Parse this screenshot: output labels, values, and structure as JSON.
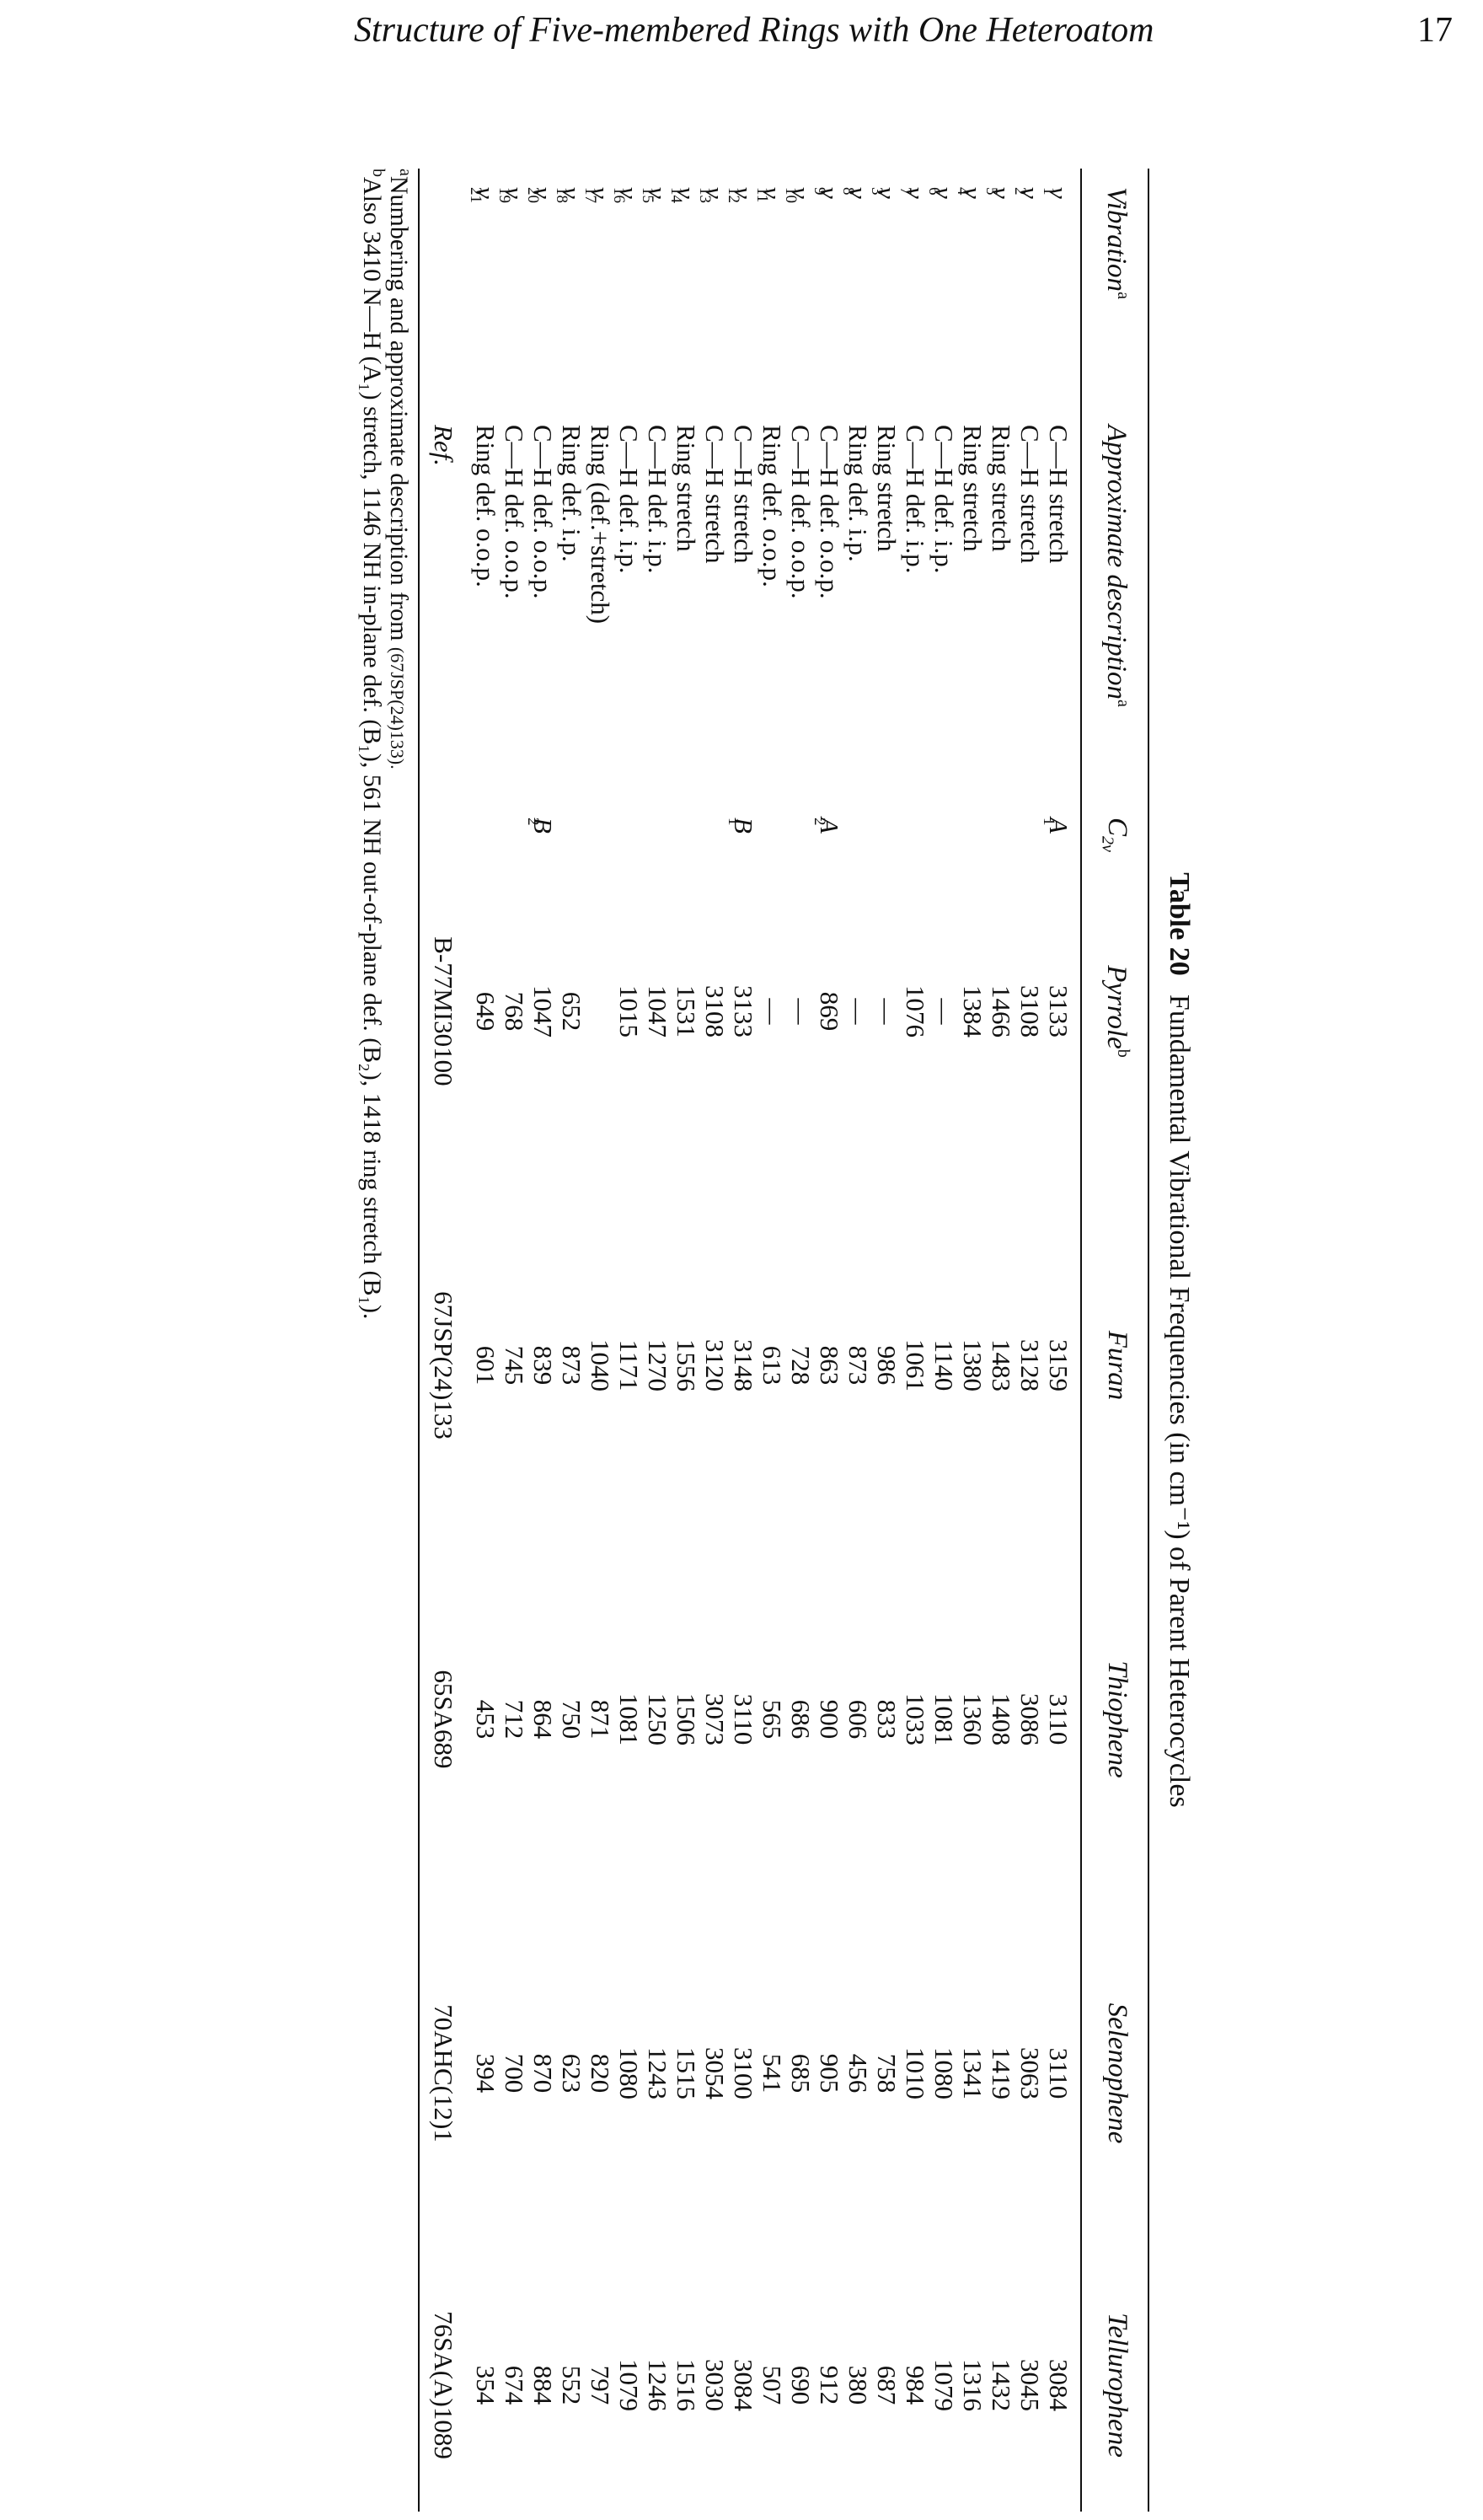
{
  "running_head": "Structure of Five-membered Rings with One Heteroatom",
  "page_number": "17",
  "table": {
    "number": "Table 20",
    "title": "Fundamental Vibrational Frequencies (in cm⁻¹) of Parent Heterocycles",
    "headers": {
      "vibration": "Vibration",
      "description": "Approximate description",
      "symmetry_base": "C",
      "symmetry_sub": "2v",
      "pyrrole": "Pyrrole",
      "furan": "Furan",
      "thiophene": "Thiophene",
      "selenophene": "Selenophene",
      "tellurophene": "Tellurophene",
      "mark_a": "a",
      "mark_b": "b"
    },
    "rows": [
      {
        "v": "ν",
        "s": "1",
        "d": "C—H stretch",
        "sb": "A",
        "ss": "1",
        "p": "3133",
        "f": "3159",
        "t": "3110",
        "se": "3110",
        "te": "3084"
      },
      {
        "v": "ν",
        "s": "2",
        "d": "C—H stretch",
        "sb": "",
        "ss": "",
        "p": "3108",
        "f": "3128",
        "t": "3086",
        "se": "3063",
        "te": "3045"
      },
      {
        "v": "ν",
        "s": "5",
        "d": "Ring stretch",
        "sb": "",
        "ss": "",
        "p": "1466",
        "f": "1483",
        "t": "1408",
        "se": "1419",
        "te": "1432"
      },
      {
        "v": "ν",
        "s": "4",
        "d": "Ring stretch",
        "sb": "",
        "ss": "",
        "p": "1384",
        "f": "1380",
        "t": "1360",
        "se": "1341",
        "te": "1316"
      },
      {
        "v": "ν",
        "s": "6",
        "d": "C—H def. i.p.",
        "sb": "",
        "ss": "",
        "p": "—",
        "f": "1140",
        "t": "1081",
        "se": "1080",
        "te": "1079"
      },
      {
        "v": "ν",
        "s": "7",
        "d": "C—H def. i.p.",
        "sb": "",
        "ss": "",
        "p": "1076",
        "f": "1061",
        "t": "1033",
        "se": "1010",
        "te": "984"
      },
      {
        "v": "ν",
        "s": "3",
        "d": "Ring stretch",
        "sb": "",
        "ss": "",
        "p": "—",
        "f": "986",
        "t": "833",
        "se": "758",
        "te": "687"
      },
      {
        "v": "ν",
        "s": "8",
        "d": "Ring def. i.p.",
        "sb": "",
        "ss": "",
        "p": "—",
        "f": "873",
        "t": "606",
        "se": "456",
        "te": "380"
      },
      {
        "v": "ν",
        "s": "9",
        "d": "C—H def. o.o.p.",
        "sb": "A",
        "ss": "2",
        "p": "869",
        "f": "863",
        "t": "900",
        "se": "905",
        "te": "912"
      },
      {
        "v": "ν",
        "s": "10",
        "d": "C—H def. o.o.p.",
        "sb": "",
        "ss": "",
        "p": "—",
        "f": "728",
        "t": "686",
        "se": "685",
        "te": "690"
      },
      {
        "v": "ν",
        "s": "11",
        "d": "Ring def. o.o.p.",
        "sb": "",
        "ss": "",
        "p": "—",
        "f": "613",
        "t": "565",
        "se": "541",
        "te": "507"
      },
      {
        "v": "ν",
        "s": "12",
        "d": "C—H stretch",
        "sb": "B",
        "ss": "1",
        "p": "3133",
        "f": "3148",
        "t": "3110",
        "se": "3100",
        "te": "3084"
      },
      {
        "v": "ν",
        "s": "13",
        "d": "C—H stretch",
        "sb": "",
        "ss": "",
        "p": "3108",
        "f": "3120",
        "t": "3073",
        "se": "3054",
        "te": "3030"
      },
      {
        "v": "ν",
        "s": "14",
        "d": "Ring stretch",
        "sb": "",
        "ss": "",
        "p": "1531",
        "f": "1556",
        "t": "1506",
        "se": "1515",
        "te": "1516"
      },
      {
        "v": "ν",
        "s": "15",
        "d": "C—H def. i.p.",
        "sb": "",
        "ss": "",
        "p": "1047",
        "f": "1270",
        "t": "1250",
        "se": "1243",
        "te": "1246"
      },
      {
        "v": "ν",
        "s": "16",
        "d": "C—H def. i.p.",
        "sb": "",
        "ss": "",
        "p": "1015",
        "f": "1171",
        "t": "1081",
        "se": "1080",
        "te": "1079"
      },
      {
        "v": "ν",
        "s": "17",
        "d": "Ring (def.+stretch)",
        "sb": "",
        "ss": "",
        "p": "",
        "f": "1040",
        "t": "871",
        "se": "820",
        "te": "797"
      },
      {
        "v": "ν",
        "s": "18",
        "d": "Ring def. i.p.",
        "sb": "",
        "ss": "",
        "p": "652",
        "f": "873",
        "t": "750",
        "se": "623",
        "te": "552"
      },
      {
        "v": "ν",
        "s": "20",
        "d": "C—H def. o.o.p.",
        "sb": "B",
        "ss": "2",
        "p": "1047",
        "f": "839",
        "t": "864",
        "se": "870",
        "te": "884"
      },
      {
        "v": "ν",
        "s": "19",
        "d": "C—H def. o.o.p.",
        "sb": "",
        "ss": "",
        "p": "768",
        "f": "745",
        "t": "712",
        "se": "700",
        "te": "674"
      },
      {
        "v": "ν",
        "s": "21",
        "d": "Ring def. o.o.p.",
        "sb": "",
        "ss": "",
        "p": "649",
        "f": "601",
        "t": "453",
        "se": "394",
        "te": "354"
      }
    ],
    "ref": {
      "label": "Ref.",
      "pyrrole": "B-77MI30100",
      "furan": "67JSP(24)133",
      "thiophene": "65SA689",
      "selenophene": "70AHC(12)1",
      "tellurophene": "76SA(A)1089"
    },
    "footnotes": {
      "a_mark": "a",
      "a_text": "Numbering and approximate description from ",
      "a_ref": "(67JSP(24)133).",
      "b_mark": "b",
      "b_text": "Also 3410 N—H (A₁) stretch, 1146 NH in-plane def. (B₁), 561 NH out-of-plane def. (B₂), 1418 ring stretch (B₁)."
    }
  }
}
